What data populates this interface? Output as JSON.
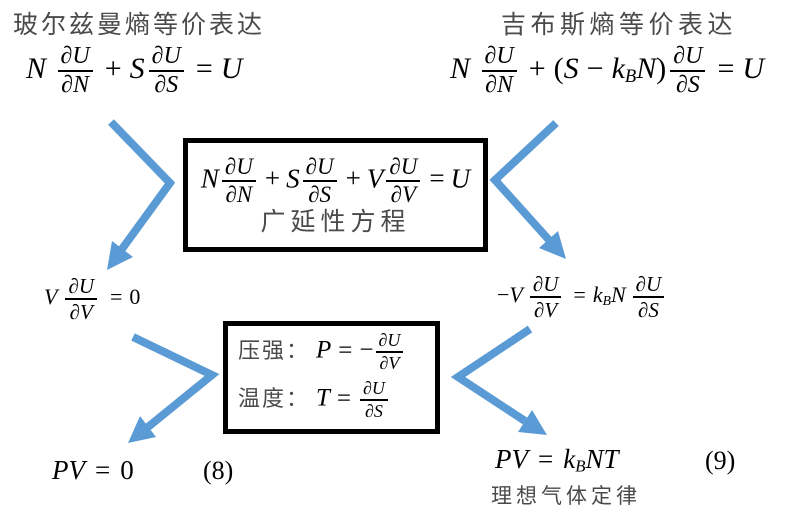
{
  "colors": {
    "arrow": "#5B9BD5",
    "box_border": "#000000",
    "caption_text": "#4A4A4A",
    "math_text": "#000000"
  },
  "boltzmann": {
    "heading": "玻尔兹曼熵等价表达",
    "equation": [
      {
        "mi": "N"
      },
      {
        "num": "∂U",
        "den": "∂N"
      },
      {
        "mo": "+"
      },
      {
        "mi": "S"
      },
      {
        "num": "∂U",
        "den": "∂S"
      },
      {
        "mo": "="
      },
      {
        "mi": "U"
      }
    ],
    "result": [
      {
        "mi": "V"
      },
      {
        "num": "∂U",
        "den": "∂V"
      },
      {
        "mo": "="
      },
      {
        "mn": "0"
      }
    ],
    "conclusion": {
      "equation": [
        {
          "mi": "PV"
        },
        {
          "mo": "="
        },
        {
          "mn": "0"
        }
      ],
      "number": "(8)"
    }
  },
  "gibbs": {
    "heading": "吉布斯熵等价表达",
    "equation": [
      {
        "mi": "N"
      },
      {
        "num": "∂U",
        "den": "∂N"
      },
      {
        "mo": "+"
      },
      {
        "mp": "("
      },
      {
        "mi": "S"
      },
      {
        "mo": "−"
      },
      {
        "mi": "k",
        "sub": "B"
      },
      {
        "mi": "N"
      },
      {
        "mp": ")"
      },
      {
        "num": "∂U",
        "den": "∂S"
      },
      {
        "mo": "="
      },
      {
        "mi": "U"
      }
    ],
    "result": [
      {
        "mp": "−"
      },
      {
        "mi": "V"
      },
      {
        "num": "∂U",
        "den": "∂V"
      },
      {
        "mo": "="
      },
      {
        "mi": "k",
        "sub": "B"
      },
      {
        "mi": "N"
      },
      {
        "num": "∂U",
        "den": "∂S"
      }
    ],
    "conclusion": {
      "equation": [
        {
          "mi": "PV"
        },
        {
          "mo": "="
        },
        {
          "mi": "k",
          "sub": "B"
        },
        {
          "mi": "NT"
        }
      ],
      "number": "(9)",
      "caption": "理想气体定律"
    }
  },
  "extensive_box": {
    "equation": [
      {
        "mi": "N"
      },
      {
        "num": "∂U",
        "den": "∂N"
      },
      {
        "mo": "+"
      },
      {
        "mi": "S"
      },
      {
        "num": "∂U",
        "den": "∂S"
      },
      {
        "mo": "+"
      },
      {
        "mi": "V"
      },
      {
        "num": "∂U",
        "den": "∂V"
      },
      {
        "mo": "="
      },
      {
        "mi": "U"
      }
    ],
    "caption": "广延性方程"
  },
  "definitions_box": {
    "pressure": {
      "label": "压强：",
      "equation": [
        {
          "mi": "P"
        },
        {
          "mo": "="
        },
        {
          "mp": "−"
        },
        {
          "num": "∂U",
          "den": "∂V"
        }
      ]
    },
    "temperature": {
      "label": "温度：",
      "equation": [
        {
          "mi": "T"
        },
        {
          "mo": "="
        },
        {
          "num": "∂U",
          "den": "∂S"
        }
      ]
    }
  }
}
